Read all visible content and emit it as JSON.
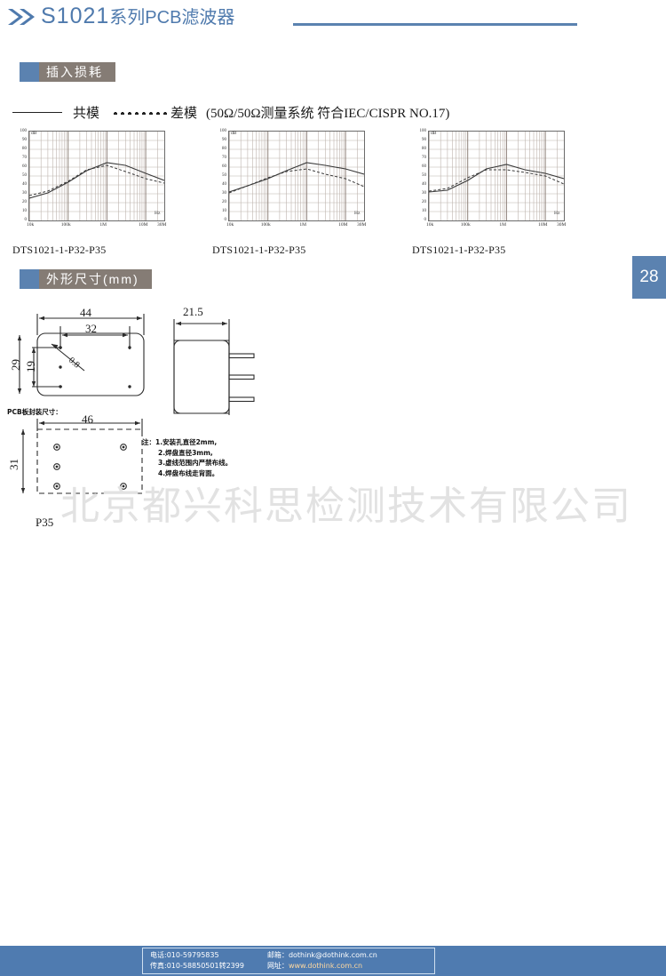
{
  "header": {
    "title_model": "S1021",
    "title_cjk": "系列PCB滤波器",
    "chevron_icon": "double-chevron-right-icon"
  },
  "sections": {
    "insertion_loss": "插入损耗",
    "dimensions": "外形尺寸(mm)"
  },
  "legend": {
    "common_mode": "共模",
    "differential_mode": "差模",
    "note": "(50Ω/50Ω测量系统  符合IEC/CISPR NO.17)"
  },
  "charts": [
    {
      "caption": "DTS1021-1-P32-P35",
      "y_label": "dB",
      "x_label": "Hz",
      "y_ticks": [
        "100",
        "90",
        "80",
        "70",
        "60",
        "50",
        "40",
        "30",
        "20",
        "10",
        "0"
      ],
      "x_ticks": [
        "10k",
        "100k",
        "1M",
        "10M",
        "30M"
      ]
    },
    {
      "caption": "DTS1021-1-P32-P35",
      "y_label": "dB",
      "x_label": "Hz",
      "y_ticks": [
        "100",
        "90",
        "80",
        "70",
        "60",
        "50",
        "40",
        "30",
        "20",
        "10",
        "0"
      ],
      "x_ticks": [
        "10k",
        "100k",
        "1M",
        "10M",
        "30M"
      ]
    },
    {
      "caption": "DTS1021-1-P32-P35",
      "y_label": "dB",
      "x_label": "Hz",
      "y_ticks": [
        "100",
        "90",
        "80",
        "70",
        "60",
        "50",
        "40",
        "30",
        "20",
        "10",
        "0"
      ],
      "x_ticks": [
        "10k",
        "100k",
        "1M",
        "10M",
        "30M"
      ]
    }
  ],
  "chart_data": [
    {
      "type": "line",
      "title": "DTS1021-1-P32-P35",
      "xlabel": "Hz",
      "ylabel": "dB",
      "ylim": [
        0,
        100
      ],
      "xlim": [
        "10k",
        "30M"
      ],
      "xscale": "log",
      "grid": true,
      "legend_position": "above-figure",
      "x": [
        "10k",
        "30k",
        "100k",
        "300k",
        "1M",
        "3M",
        "10M",
        "30M"
      ],
      "series": [
        {
          "name": "共模",
          "style": "solid",
          "values": [
            25,
            31,
            43,
            56,
            65,
            62,
            53,
            45
          ]
        },
        {
          "name": "差模",
          "style": "dotted",
          "values": [
            28,
            33,
            44,
            57,
            62,
            55,
            47,
            42
          ]
        }
      ]
    },
    {
      "type": "line",
      "title": "DTS1021-1-P32-P35",
      "xlabel": "Hz",
      "ylabel": "dB",
      "ylim": [
        0,
        100
      ],
      "xlim": [
        "10k",
        "30M"
      ],
      "xscale": "log",
      "grid": true,
      "legend_position": "above-figure",
      "x": [
        "10k",
        "30k",
        "100k",
        "300k",
        "1M",
        "3M",
        "10M",
        "30M"
      ],
      "series": [
        {
          "name": "共模",
          "style": "solid",
          "values": [
            32,
            39,
            47,
            56,
            65,
            62,
            58,
            52
          ]
        },
        {
          "name": "差模",
          "style": "dotted",
          "values": [
            31,
            39,
            48,
            55,
            58,
            52,
            47,
            38
          ]
        }
      ]
    },
    {
      "type": "line",
      "title": "DTS1021-1-P32-P35",
      "xlabel": "Hz",
      "ylabel": "dB",
      "ylim": [
        0,
        100
      ],
      "xlim": [
        "10k",
        "30M"
      ],
      "xscale": "log",
      "grid": true,
      "legend_position": "above-figure",
      "x": [
        "10k",
        "30k",
        "100k",
        "300k",
        "1M",
        "3M",
        "10M",
        "30M"
      ],
      "series": [
        {
          "name": "共模",
          "style": "solid",
          "values": [
            32,
            34,
            45,
            58,
            63,
            57,
            53,
            47
          ]
        },
        {
          "name": "差模",
          "style": "dotted",
          "values": [
            33,
            36,
            48,
            57,
            57,
            54,
            50,
            41
          ]
        }
      ]
    }
  ],
  "drawing": {
    "top_width": "44",
    "hole_span_x": "32",
    "height": "29",
    "hole_span_y": "19",
    "radius": "0.8",
    "side_width": "21.5",
    "pcb_label": "PCB板封装尺寸：",
    "pcb_width": "46",
    "pcb_height": "31",
    "part_label": "P35"
  },
  "notes": [
    "注：1.安装孔直径2mm,",
    "2.焊盘直径3mm,",
    "3.虚线范围内严禁布线。",
    "4.焊盘布线走背面。"
  ],
  "watermark": "北京都兴科思检测技术有限公司",
  "page_number": "28",
  "footer": {
    "phone": "电话:010-59795835",
    "fax": "传真:010-58850501转2399",
    "email_label": "邮箱：",
    "email": "dothink@dothink.com.cn",
    "web_label": "网址：",
    "web": "www.dothink.com.cn"
  },
  "colors": {
    "brand_blue": "#5b82b0",
    "bar_grey": "#857c75",
    "footer_blue": "#4f7bb0"
  }
}
